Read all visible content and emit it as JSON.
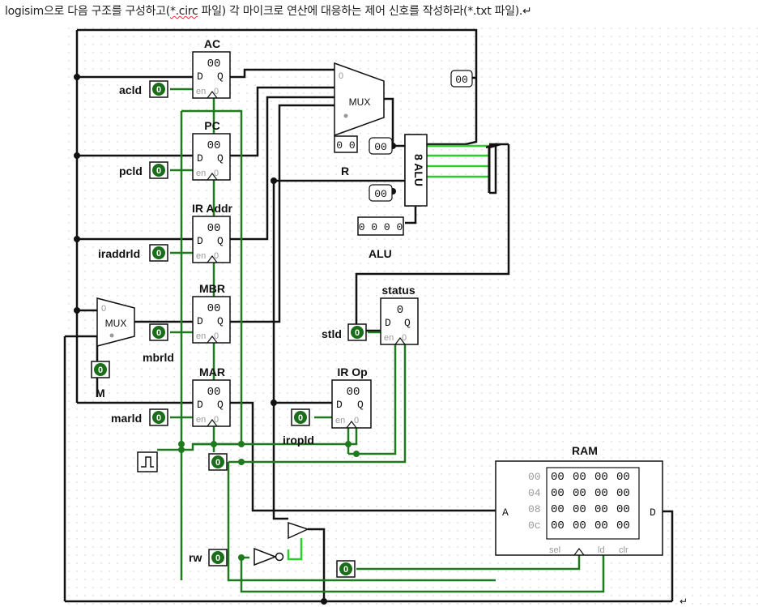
{
  "instruction": {
    "prefix": "logisim으로 다음 구조를 구성하고(",
    "circ": "*.circ",
    "suffix": " 파일) 각 마이크로 연산에 대응하는 제어 신호를 작성하라(*.txt 파일).↵"
  },
  "registers": {
    "ac": {
      "name": "AC",
      "value": "00",
      "d": "D",
      "q": "Q",
      "en": "en",
      "zero": "0"
    },
    "pc": {
      "name": "PC",
      "value": "00",
      "d": "D",
      "q": "Q",
      "en": "en",
      "zero": "0"
    },
    "iraddr": {
      "name": "IR Addr",
      "value": "00",
      "d": "D",
      "q": "Q",
      "en": "en",
      "zero": "0"
    },
    "mbr": {
      "name": "MBR",
      "value": "00",
      "d": "D",
      "q": "Q",
      "en": "en",
      "zero": "0"
    },
    "mar": {
      "name": "MAR",
      "value": "00",
      "d": "D",
      "q": "Q",
      "en": "en",
      "zero": "0"
    },
    "irop": {
      "name": "IR Op",
      "value": "00",
      "d": "D",
      "q": "Q",
      "en": "en",
      "zero": "0"
    },
    "status": {
      "name": "status",
      "value": "0",
      "d": "D",
      "q": "Q",
      "en": "en",
      "zero": "0"
    }
  },
  "inputs": {
    "acld": {
      "label": "acld",
      "value": "0"
    },
    "pcld": {
      "label": "pcld",
      "value": "0"
    },
    "iraddrld": {
      "label": "iraddrld",
      "value": "0"
    },
    "mbrld": {
      "label": "mbrld",
      "value": "0"
    },
    "marld": {
      "label": "marld",
      "value": "0"
    },
    "iropld": {
      "label": "iropld",
      "value": "0"
    },
    "stld": {
      "label": "stld",
      "value": "0"
    },
    "m": {
      "label": "M",
      "value": "0"
    },
    "rw": {
      "label": "rw",
      "value": "0"
    },
    "mux_sel": {
      "value": "0 0"
    },
    "alu_op": {
      "label": "ALU",
      "value": "0 0 0 0"
    },
    "reset": {
      "value": "0"
    },
    "ram_sel": {
      "value": "0"
    }
  },
  "components": {
    "mux_top": {
      "label": "MUX",
      "sel_zero": "0"
    },
    "mux_left": {
      "label": "MUX",
      "sel_zero": "0"
    },
    "alu": {
      "label": "8 ALU"
    },
    "r_label": "R",
    "probe_top": "00",
    "probe_alu_a": "00",
    "probe_alu_b": "00"
  },
  "ram": {
    "title": "RAM",
    "pin_a": "A",
    "pin_d": "D",
    "pin_sel": "sel",
    "pin_ld": "ld",
    "pin_clr": "clr",
    "row_addresses": [
      "00",
      "04",
      "08",
      "0c"
    ],
    "rows": [
      [
        "00",
        "00",
        "00",
        "00"
      ],
      [
        "00",
        "00",
        "00",
        "00"
      ],
      [
        "00",
        "00",
        "00",
        "00"
      ],
      [
        "00",
        "00",
        "00",
        "00"
      ]
    ]
  },
  "end_mark": "↵"
}
